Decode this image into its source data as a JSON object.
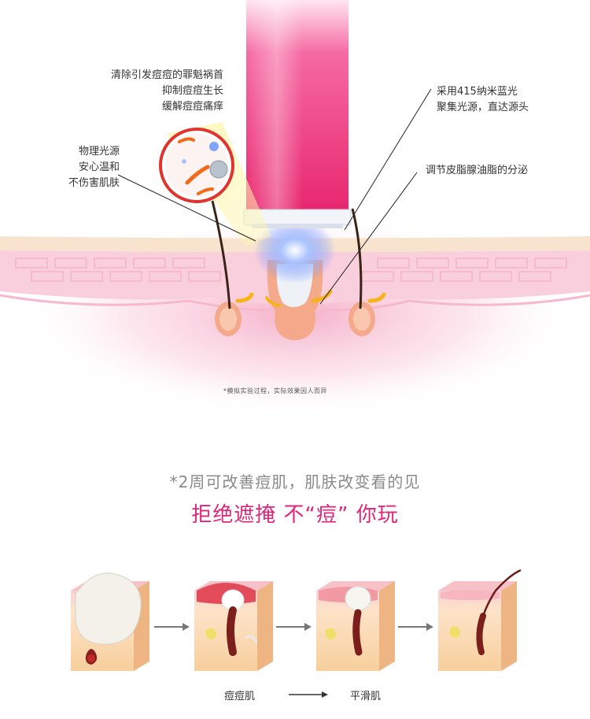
{
  "diagram": {
    "top_note": [
      "清除引发痘痘的罪魁祸首",
      "抑制痘痘生长",
      "缓解痘痘痛痒"
    ],
    "left_note": [
      "物理光源",
      "安心温和",
      "不伤害肌肤"
    ],
    "right_note_1": [
      "采用415纳米蓝光",
      "聚集光源，直达源头"
    ],
    "right_note_2": "调节皮脂腺油脂的分泌",
    "disclaimer": "*模拟实验过程，实际效果因人而异"
  },
  "promo": {
    "subtitle": "*2周可改善痘肌，肌肤改变看的见",
    "headline": "拒绝遮掩 不“痘” 你玩"
  },
  "stages": {
    "start_label": "痘痘肌",
    "end_label": "平滑肌"
  },
  "colors": {
    "device_pink": "#ee2f7a",
    "headline_pink": "#e0267a",
    "skin_pink": "#f7c9d8",
    "blue_light": "#7fa6ff"
  }
}
